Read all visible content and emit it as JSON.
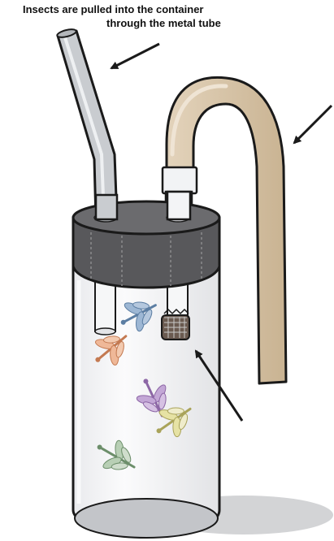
{
  "caption": {
    "line1": "Insects are pulled into the container",
    "line2": "through the metal tube"
  },
  "colors": {
    "outline": "#1a1a1a",
    "lid": "#5a5a5c",
    "lid_dark": "#454547",
    "metal_tube": "#c9ccd0",
    "flexible_hose": "#d6c2a6",
    "container_glass": "#f4f5f7",
    "shadow": "#cfd0d2"
  },
  "insects": [
    {
      "name": "dragonfly-blue",
      "color": "#7f9fc2"
    },
    {
      "name": "dragonfly-orange",
      "color": "#e3a07c"
    },
    {
      "name": "dragonfly-purple",
      "color": "#b190c4"
    },
    {
      "name": "dragonfly-yellow",
      "color": "#d9d48a"
    },
    {
      "name": "dragonfly-green",
      "color": "#9cb79a"
    }
  ]
}
